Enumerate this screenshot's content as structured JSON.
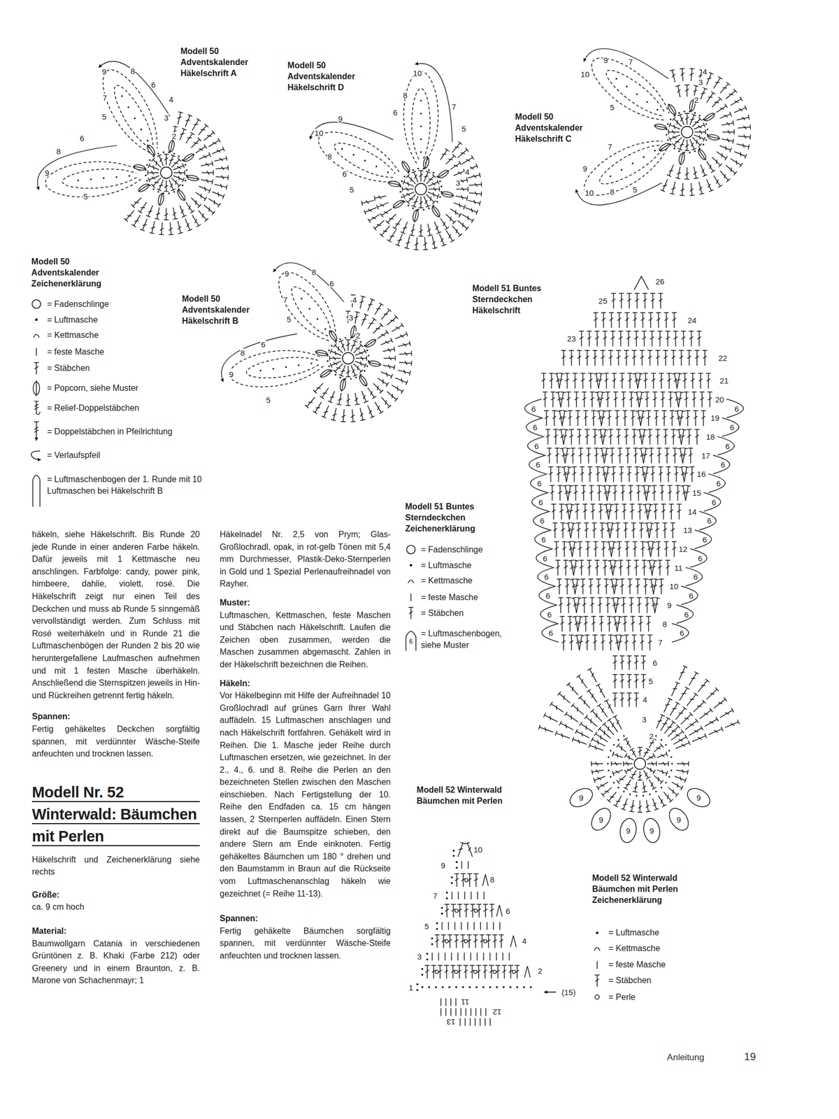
{
  "diagram": {
    "title": "Modell Nr. 52 Winterwald: Bäumchen mit Perlen",
    "labels": [
      "Modell 50 Adventskalender Häkelschrift A",
      "Modell 50 Adventskalender Häkelschrift D",
      "Modell 50 Adventskalender Häkelschrift C",
      "Modell 50 Adventskalender Zeichenerklärung",
      "Modell 50 Adventskalender Häkelschrift B",
      "Modell 51 Buntes Sterndeckchen Häkelschrift",
      "Modell 51 Buntes Sterndeckchen Zeichenerklärung",
      "Modell 52 Winterwald Bäumchen mit Perlen",
      "Modell 52 Winterwald Bäumchen mit Perlen Zeichenerklärung",
      "häkeln, siehe Häkelschrift. Bis Runde 20 jede Runde in einer anderen Farbe häkeln. Dafür jeweils mit 1 Kettmasche neu anschlingen. Farbfolge: candy, power pink, himbeere, dahlie, violett, rosé. Die Häkelschrift zeigt nur einen Teil des Deckchen und muss ab Runde 5 sinngemäß vervollständigt werden. Zum Schluss mit Rosé weiterhäkeln und in Runde 21 die Luftmaschenbögen der Runden 2 bis 20 wie heruntergefallene Laufmaschen aufnehmen und mit 1 festen Masche überhäkeln. Anschließend die Sternspitzen jeweils in Hin- und Rückreihen getrennt fertig häkeln.",
      "Spannen:",
      "Fertig gehäkeltes Deckchen sorgfältig spannen, mit verdünnter Wäsche-Steife anfeuchten und trocknen lassen.",
      "Häkelschrift und Zeichenerklärung siehe rechts",
      "Größe:",
      "ca. 9 cm hoch",
      "Material:",
      "Baumwollgarn Catania in verschiedenen Grüntönen z. B. Khaki (Farbe 212) oder Greenery und in einem Braunton, z. B. Marone von Schachenmayr; 1",
      "Häkelnadel Nr. 2,5 von Prym; Glas-Großlochradl, opak, in rot-gelb Tönen mit 5,4 mm Durchmesser, Plastik-Deko-Sternperlen in Gold und 1 Spezial Perlenaufreihnadel von Rayher.",
      "Muster:",
      "Luftmaschen, Kettmaschen, feste Maschen und Stäbchen nach Häkelschrift. Laufen die Zeichen oben zusammen, werden die Maschen zusammen abgemascht. Zahlen in der Häkelschrift bezeichnen die Reihen.",
      "Häkeln:",
      "Vor Häkelbeginn mit Hilfe der Aufreihnadel 10 Großlochradl auf grünes Garn Ihrer Wahl auffädeln. 15 Luftmaschen anschlagen und nach Häkelschrift fortfahren. Gehäkelt wird in Reihen. Die 1. Masche jeder Reihe durch Luftmaschen ersetzen, wie gezeichnet. In der 2., 4., 6. und 8. Reihe die Perlen an den bezeichneten Stellen zwischen den Maschen einschieben. Nach Fertigstellung der 10. Reihe den Endfaden ca. 15 cm hängen lassen, 2 Sternperlen auffädeln. Einen Stern direkt auf die Baumspitze schieben, den andere Stern am Ende einknoten. Fertig gehäkeltes Bäumchen um 180 ° drehen und den Baumstamm in Braun auf die Rückseite vom Luftmaschenanschlag häkeln wie gezeichnet (= Reihe 11-13).",
      "Spannen:",
      "Fertig gehäkelte Bäumchen sorgfältig spannen, mit verdünnter Wäsche-Steife anfeuchten und trocknen lassen.",
      "Anleitung",
      "19",
      "6",
      "9",
      "8",
      "6",
      "7",
      "4",
      "5",
      "3",
      "2",
      "6",
      "8",
      "9",
      "5",
      "10",
      "8",
      "7",
      "6",
      "5",
      "9",
      "10",
      "8",
      "6",
      "5",
      "4",
      "3",
      "9",
      "7",
      "10",
      "5",
      "7",
      "9",
      "10",
      "8",
      "5",
      "4",
      "3",
      "2",
      "9",
      "8",
      "6",
      "7",
      "4",
      "5",
      "3",
      "2",
      "6",
      "8",
      "9",
      "5",
      "26",
      "25",
      "24",
      "23",
      "22",
      "21",
      "20",
      "19",
      "18",
      "17",
      "16",
      "15",
      "14",
      "13",
      "12",
      "11",
      "10",
      "9",
      "8",
      "7",
      "6",
      "5",
      "4",
      "3",
      "2",
      "6",
      "6",
      "6",
      "6",
      "6",
      "6",
      "6",
      "6",
      "6",
      "6",
      "6",
      "6",
      "6",
      "6",
      "6",
      "6",
      "6",
      "6",
      "6",
      "6",
      "6",
      "6",
      "6",
      "6",
      "6",
      "6",
      "9",
      "9",
      "9",
      "9",
      "9",
      "9",
      "10",
      "9",
      "8",
      "7",
      "6",
      "5",
      "4",
      "3",
      "2",
      "1",
      "(15)",
      "11",
      "12",
      "13"
    ],
    "legend": [
      {
        "text": "= Fadenschlinge"
      },
      {
        "text": "= Luftmasche"
      },
      {
        "text": "= Kettmasche"
      },
      {
        "text": "= feste Masche"
      },
      {
        "text": "= Stäbchen"
      },
      {
        "text": "= Popcorn, siehe Muster"
      },
      {
        "text": "= Relief-Doppelstäbchen"
      },
      {
        "text": "= Doppelstäbchen in Pfeilrichtung"
      },
      {
        "text": "= Verlaufspfeil"
      },
      {
        "text": "= Luftmaschenbogen der 1. Runde mit 10 Luftmaschen bei Häkelschrift B"
      },
      {
        "text": "= Fadenschlinge"
      },
      {
        "text": "= Luftmasche"
      },
      {
        "text": "= Kettmasche"
      },
      {
        "text": "= feste Masche"
      },
      {
        "text": "= Stäbchen"
      },
      {
        "text": "= Luftmaschenbogen, siehe Muster"
      },
      {
        "text": "= Luftmasche"
      },
      {
        "text": "= Kettmasche"
      },
      {
        "text": "= feste Masche"
      },
      {
        "text": "= Stäbchen"
      },
      {
        "text": "= Perle"
      }
    ]
  }
}
